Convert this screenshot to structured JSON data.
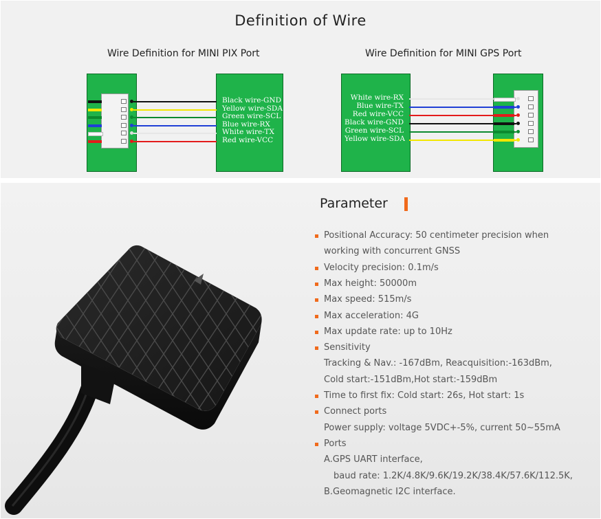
{
  "header": {
    "title": "Definition of Wire"
  },
  "pix": {
    "subtitle": "Wire Definition for MINI PIX Port",
    "wires": [
      {
        "label": "Black wire-GND",
        "color": "#111111"
      },
      {
        "label": "Yellow wire-SDA",
        "color": "#f2e600"
      },
      {
        "label": "Green wire-SCL",
        "color": "#0c8a2e"
      },
      {
        "label": "Blue wire-RX",
        "color": "#1f3fd6"
      },
      {
        "label": "White wire-TX",
        "color": "#f8f8f8"
      },
      {
        "label": "Red wire-VCC",
        "color": "#e31b1b"
      }
    ]
  },
  "gps": {
    "subtitle": "Wire Definition for MINI GPS Port",
    "wires": [
      {
        "label": "White wire-RX",
        "color": "#f8f8f8"
      },
      {
        "label": "Blue wire-TX",
        "color": "#1f3fd6"
      },
      {
        "label": "Red wire-VCC",
        "color": "#e31b1b"
      },
      {
        "label": "Black wire-GND",
        "color": "#111111"
      },
      {
        "label": "Green wire-SCL",
        "color": "#0c8a2e"
      },
      {
        "label": "Yellow wire-SDA",
        "color": "#f2e600"
      }
    ]
  },
  "parameter": {
    "title": "Parameter",
    "accent_color": "#f06a1c",
    "lines": [
      {
        "text": "Positional Accuracy: 50 centimeter precision when",
        "bullet": true
      },
      {
        "text": "working with concurrent GNSS",
        "bullet": false
      },
      {
        "text": "Velocity precision: 0.1m/s",
        "bullet": true
      },
      {
        "text": "Max height: 50000m",
        "bullet": true
      },
      {
        "text": "Max speed: 515m/s",
        "bullet": true
      },
      {
        "text": "Max acceleration: 4G",
        "bullet": true
      },
      {
        "text": "Max update rate: up to 10Hz",
        "bullet": true
      },
      {
        "text": "Sensitivity",
        "bullet": true
      },
      {
        "text": "Tracking & Nav.: -167dBm, Reacquisition:-163dBm,",
        "bullet": false
      },
      {
        "text": "Cold start:-151dBm,Hot start:-159dBm",
        "bullet": false
      },
      {
        "text": "Time to first fix: Cold start: 26s, Hot start: 1s",
        "bullet": true
      },
      {
        "text": "Connect ports",
        "bullet": true
      },
      {
        "text": "Power supply: voltage 5VDC+-5%, current 50~55mA",
        "bullet": false
      },
      {
        "text": "Ports",
        "bullet": true
      },
      {
        "text": "A.GPS UART interface,",
        "bullet": false
      },
      {
        "text": "baud rate: 1.2K/4.8K/9.6K/19.2K/38.4K/57.6K/112.5K,",
        "bullet": false,
        "indent": true
      },
      {
        "text": "B.Geomagnetic I2C interface.",
        "bullet": false
      }
    ]
  }
}
